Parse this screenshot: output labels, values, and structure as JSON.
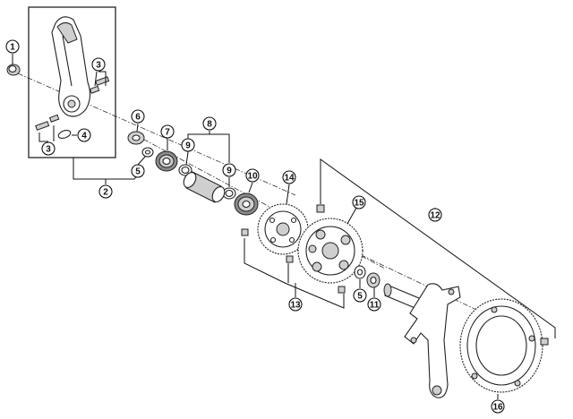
{
  "callouts": [
    {
      "id": "c1",
      "label": "1"
    },
    {
      "id": "c2",
      "label": "2"
    },
    {
      "id": "c3a",
      "label": "3"
    },
    {
      "id": "c3b",
      "label": "3"
    },
    {
      "id": "c4",
      "label": "4"
    },
    {
      "id": "c5a",
      "label": "5"
    },
    {
      "id": "c5b",
      "label": "5"
    },
    {
      "id": "c6",
      "label": "6"
    },
    {
      "id": "c7",
      "label": "7"
    },
    {
      "id": "c8",
      "label": "8"
    },
    {
      "id": "c9a",
      "label": "9"
    },
    {
      "id": "c9b",
      "label": "9"
    },
    {
      "id": "c10",
      "label": "10"
    },
    {
      "id": "c11",
      "label": "11"
    },
    {
      "id": "c12",
      "label": "12"
    },
    {
      "id": "c13",
      "label": "13"
    },
    {
      "id": "c14",
      "label": "14"
    },
    {
      "id": "c15",
      "label": "15"
    },
    {
      "id": "c16",
      "label": "16"
    }
  ]
}
